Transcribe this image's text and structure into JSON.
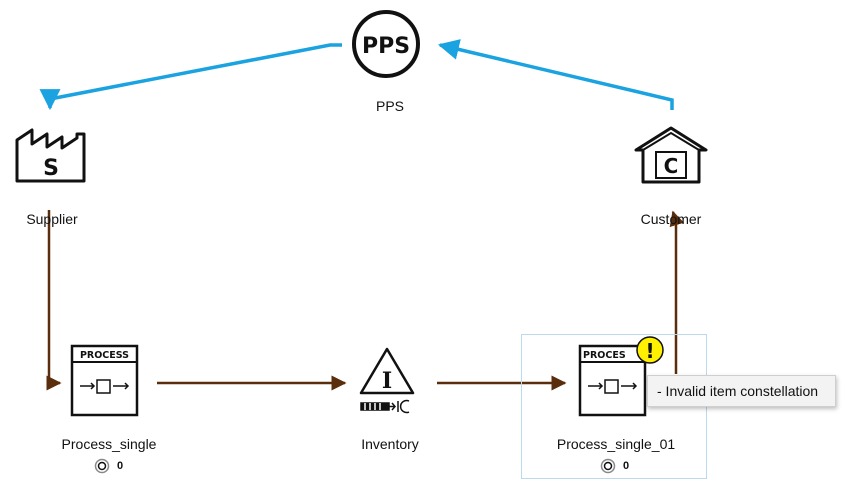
{
  "nodes": {
    "pps": {
      "icon_text": "PPS",
      "label": "PPS"
    },
    "supplier": {
      "icon_text": "S",
      "label": "Supplier"
    },
    "customer": {
      "icon_text": "C",
      "label": "Customer"
    },
    "process_single": {
      "icon_text": "PROCESS",
      "label": "Process_single",
      "count": "0"
    },
    "inventory": {
      "icon_text": "I",
      "label": "Inventory"
    },
    "process_single_01": {
      "icon_text": "PROCES",
      "label": "Process_single_01",
      "count": "0",
      "warning_icon": "exclamation-icon",
      "warning_text": "!"
    }
  },
  "tooltip": {
    "text": "- Invalid item constellation"
  },
  "colors": {
    "info_flow": "#1aa3e0",
    "material_flow": "#5a2d0c",
    "warning": "#ffef00",
    "selection": "#bcd9ee"
  }
}
